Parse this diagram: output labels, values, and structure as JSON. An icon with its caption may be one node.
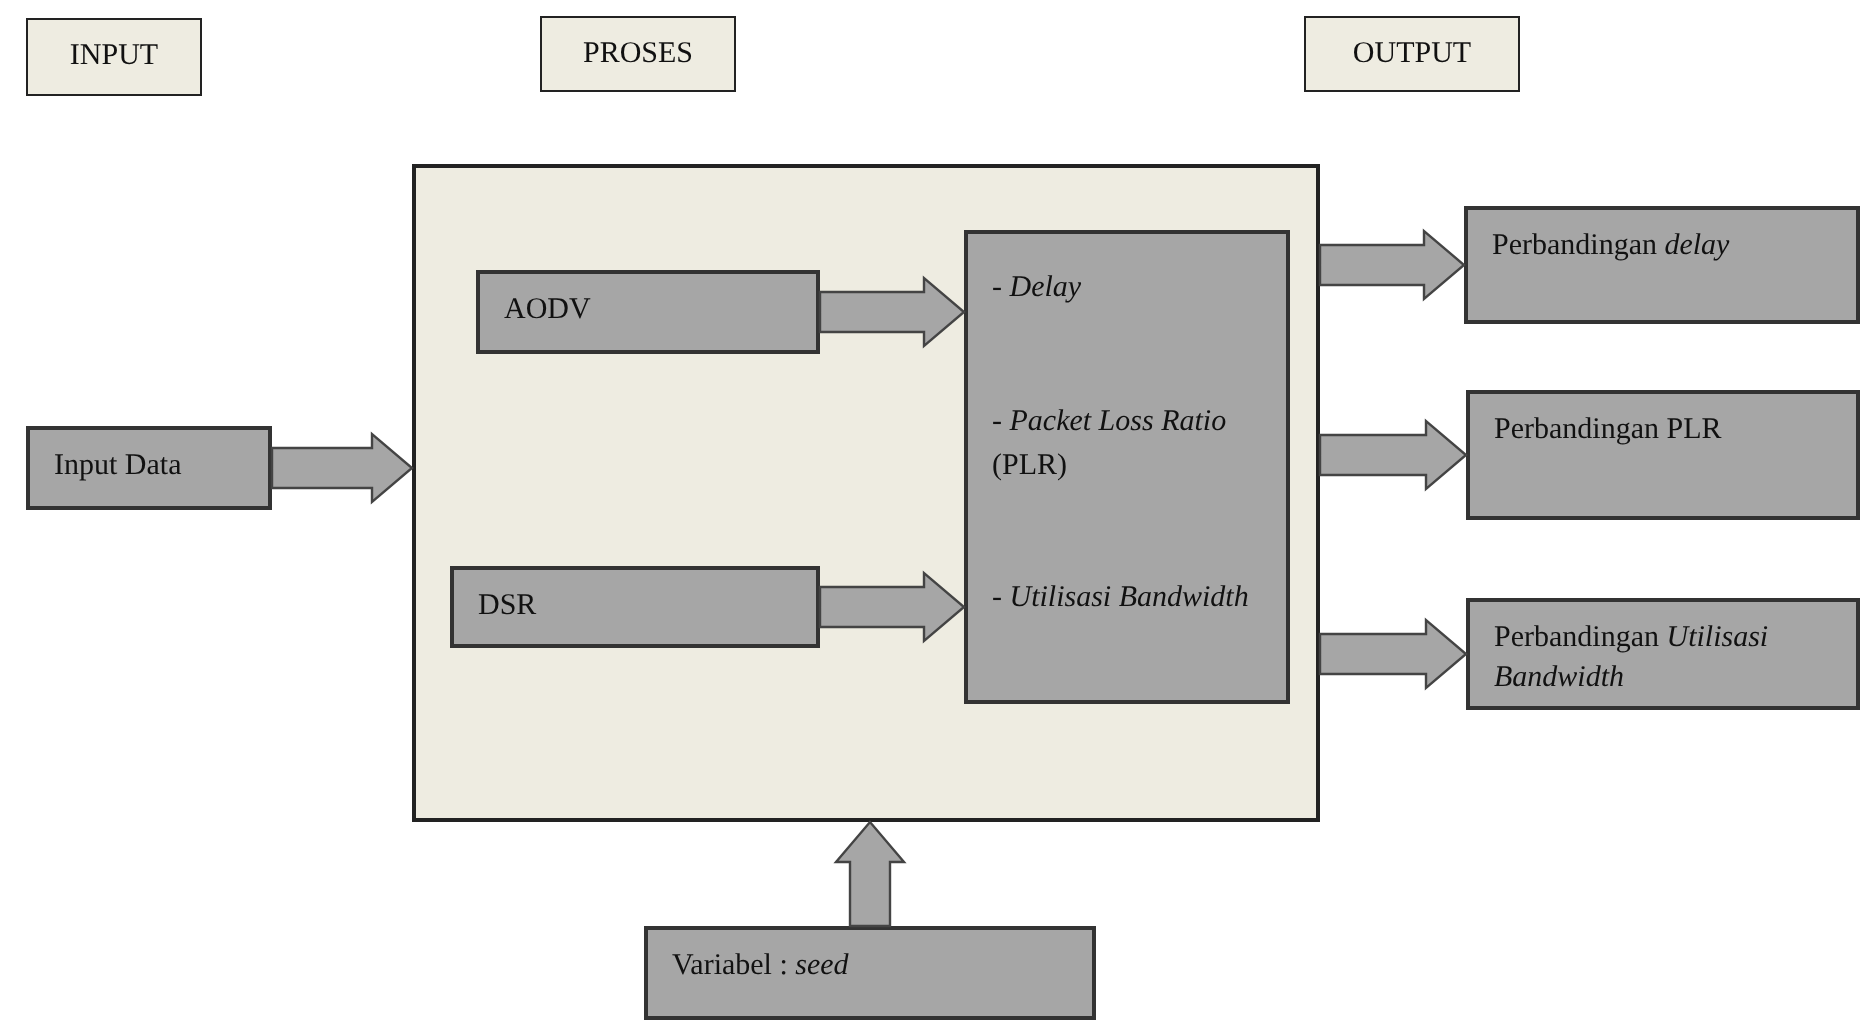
{
  "diagram": {
    "nodes": [
      {
        "text": [
          "INPUT"
        ]
      },
      {
        "text": [
          "PROSES"
        ]
      },
      {
        "text": [
          "OUTPUT"
        ]
      },
      {
        "text": [
          "Input Data"
        ]
      },
      {
        "text": [],
        "shape": "box"
      },
      {
        "text": [
          "AODV"
        ],
        "in": 4
      },
      {
        "text": [
          "DSR"
        ],
        "in": 4
      },
      {
        "text": [
          "- *Delay*",
          "- *Packet Loss Ratio* (PLR)",
          "- *Utilisasi Bandwidth*"
        ],
        "in": 4
      },
      {
        "text": [
          "Perbandingan *delay*"
        ]
      },
      {
        "text": [
          "Perbandingan PLR"
        ]
      },
      {
        "text": [
          "Perbandingan *Utilisasi Bandwidth*"
        ]
      },
      {
        "text": [
          "Variabel : *seed*"
        ]
      }
    ],
    "edges": [
      {
        "from": 3,
        "to": 4,
        "arrow": "to"
      },
      {
        "from": 5,
        "to": 7,
        "arrow": "to"
      },
      {
        "from": 6,
        "to": 7,
        "arrow": "to"
      },
      {
        "from": 4,
        "to": 8,
        "arrow": "to"
      },
      {
        "from": 4,
        "to": 9,
        "arrow": "to"
      },
      {
        "from": 4,
        "to": 10,
        "arrow": "to"
      },
      {
        "from": 11,
        "to": 4,
        "arrow": "to"
      }
    ]
  }
}
